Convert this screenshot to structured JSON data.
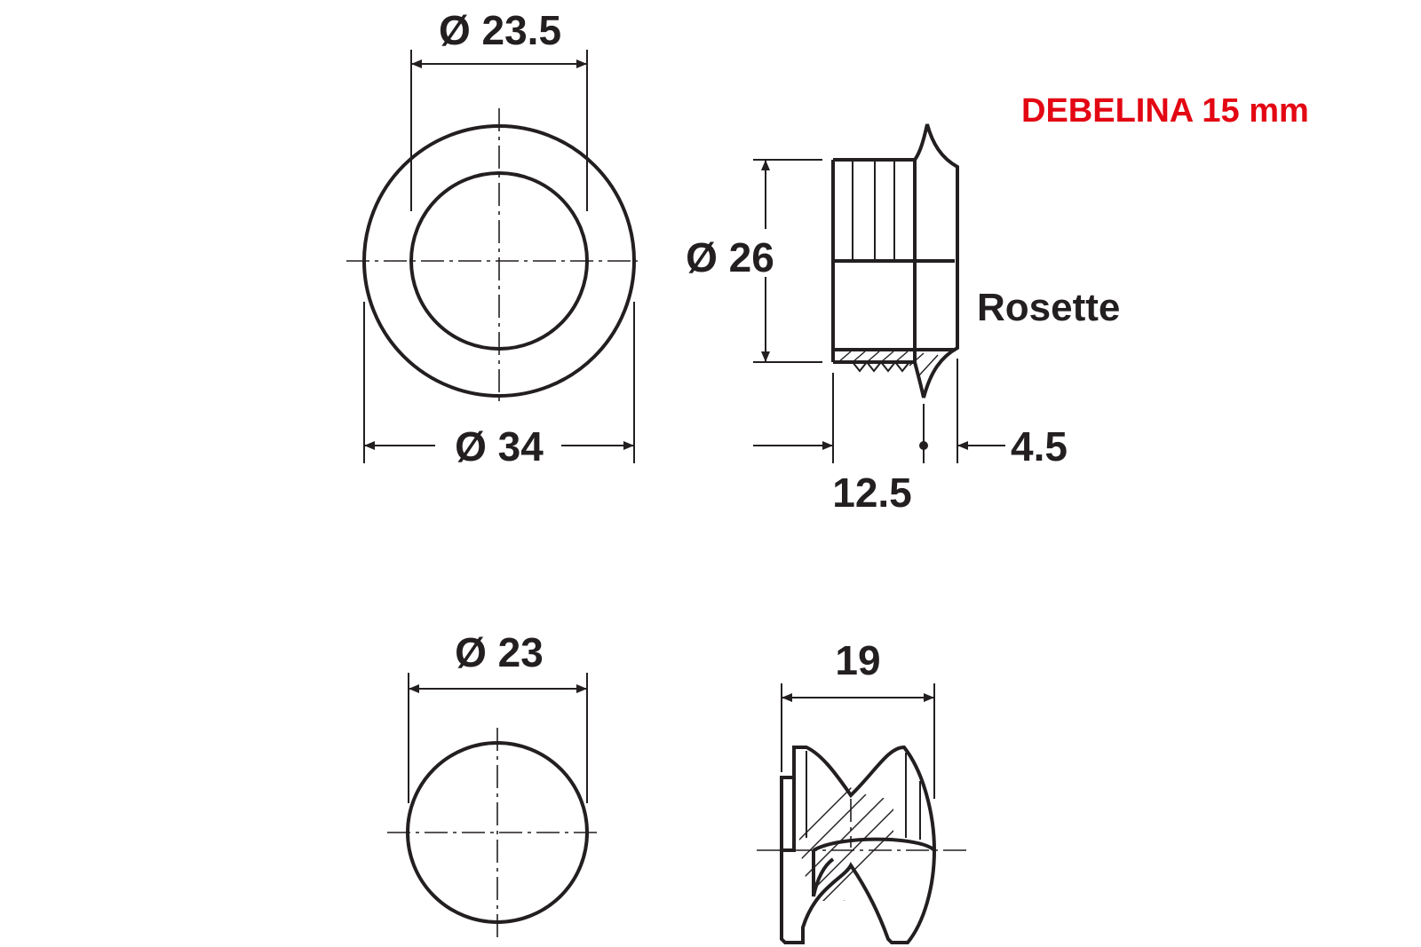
{
  "note": {
    "text": "DEBELINA 15 mm",
    "color": "#e30613"
  },
  "rosette_front": {
    "inner_diameter": "Ø 23.5",
    "outer_diameter": "Ø 34"
  },
  "rosette_side": {
    "diameter": "Ø 26",
    "name": "Rosette",
    "length": "12.5",
    "flange": "4.5"
  },
  "knob_front": {
    "diameter": "Ø 23"
  },
  "knob_side": {
    "length": "19"
  },
  "line_color": "#231f20"
}
